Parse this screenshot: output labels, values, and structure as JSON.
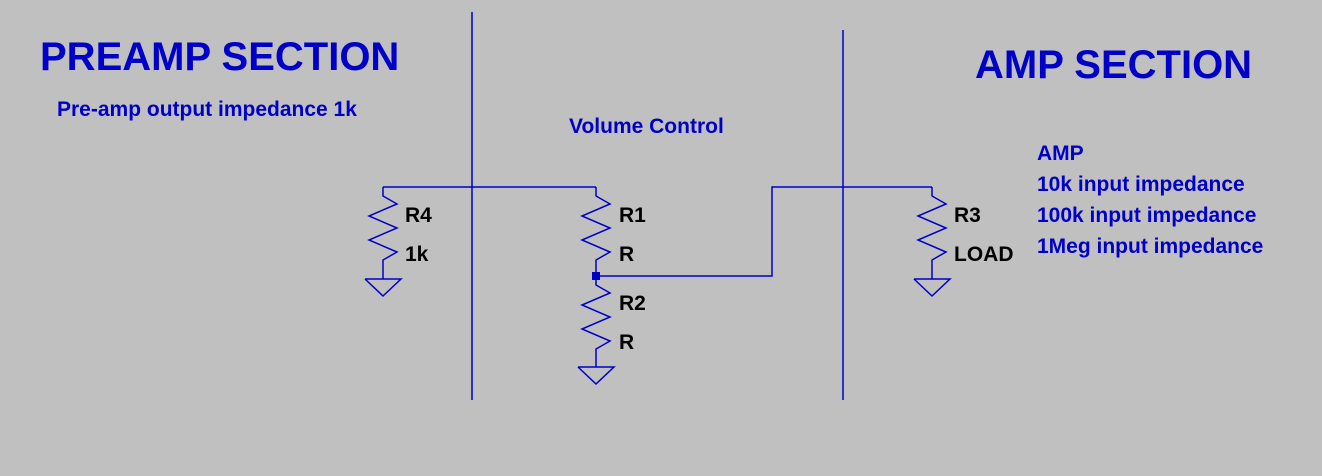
{
  "sections": {
    "preamp_title": "PREAMP SECTION",
    "preamp_note": "Pre-amp output impedance 1k",
    "volume_title": "Volume Control",
    "amp_title": "AMP SECTION",
    "amp_notes": [
      "AMP",
      "10k input impedance",
      "100k input impedance",
      "1Meg input impedance"
    ]
  },
  "components": {
    "r4": {
      "name": "R4",
      "value": "1k"
    },
    "r1": {
      "name": "R1",
      "value": "R"
    },
    "r2": {
      "name": "R2",
      "value": "R"
    },
    "r3": {
      "name": "R3",
      "value": "LOAD"
    }
  },
  "colors": {
    "background": "#c0c0c0",
    "wire": "#0000c8",
    "annotation_text": "#0000c8",
    "component_text": "#000000"
  }
}
